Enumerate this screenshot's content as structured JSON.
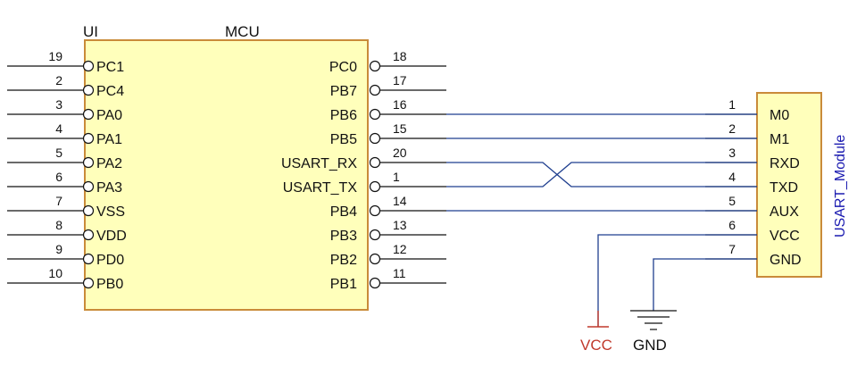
{
  "mcu": {
    "designator": "UI",
    "name": "MCU",
    "left_pins": [
      {
        "num": "19",
        "name": "PC1"
      },
      {
        "num": "2",
        "name": "PC4"
      },
      {
        "num": "3",
        "name": "PA0"
      },
      {
        "num": "4",
        "name": "PA1"
      },
      {
        "num": "5",
        "name": "PA2"
      },
      {
        "num": "6",
        "name": "PA3"
      },
      {
        "num": "7",
        "name": "VSS"
      },
      {
        "num": "8",
        "name": "VDD"
      },
      {
        "num": "9",
        "name": "PD0"
      },
      {
        "num": "10",
        "name": "PB0"
      }
    ],
    "right_pins": [
      {
        "num": "18",
        "name": "PC0"
      },
      {
        "num": "17",
        "name": "PB7"
      },
      {
        "num": "16",
        "name": "PB6"
      },
      {
        "num": "15",
        "name": "PB5"
      },
      {
        "num": "20",
        "name": "USART_RX"
      },
      {
        "num": "1",
        "name": "USART_TX"
      },
      {
        "num": "14",
        "name": "PB4"
      },
      {
        "num": "13",
        "name": "PB3"
      },
      {
        "num": "12",
        "name": "PB2"
      },
      {
        "num": "11",
        "name": "PB1"
      }
    ]
  },
  "module": {
    "name": "USART_Module",
    "pins": [
      {
        "num": "1",
        "name": "M0"
      },
      {
        "num": "2",
        "name": "M1"
      },
      {
        "num": "3",
        "name": "RXD"
      },
      {
        "num": "4",
        "name": "TXD"
      },
      {
        "num": "5",
        "name": "AUX"
      },
      {
        "num": "6",
        "name": "VCC"
      },
      {
        "num": "7",
        "name": "GND"
      }
    ]
  },
  "power": {
    "vcc_label": "VCC",
    "gnd_label": "GND"
  },
  "colors": {
    "chip_fill": "#ffffbb",
    "chip_border": "#c98b3a",
    "wire": "#1f3f8f",
    "vcc": "#c0392b",
    "module_label": "#1a1ab0"
  },
  "connections": [
    {
      "from": "MCU.PB6",
      "to": "USART_Module.M0"
    },
    {
      "from": "MCU.PB5",
      "to": "USART_Module.M1"
    },
    {
      "from": "MCU.USART_RX",
      "to": "USART_Module.TXD"
    },
    {
      "from": "MCU.USART_TX",
      "to": "USART_Module.RXD"
    },
    {
      "from": "MCU.PB4",
      "to": "USART_Module.AUX"
    },
    {
      "from": "USART_Module.VCC",
      "to": "VCC"
    },
    {
      "from": "USART_Module.GND",
      "to": "GND"
    }
  ]
}
